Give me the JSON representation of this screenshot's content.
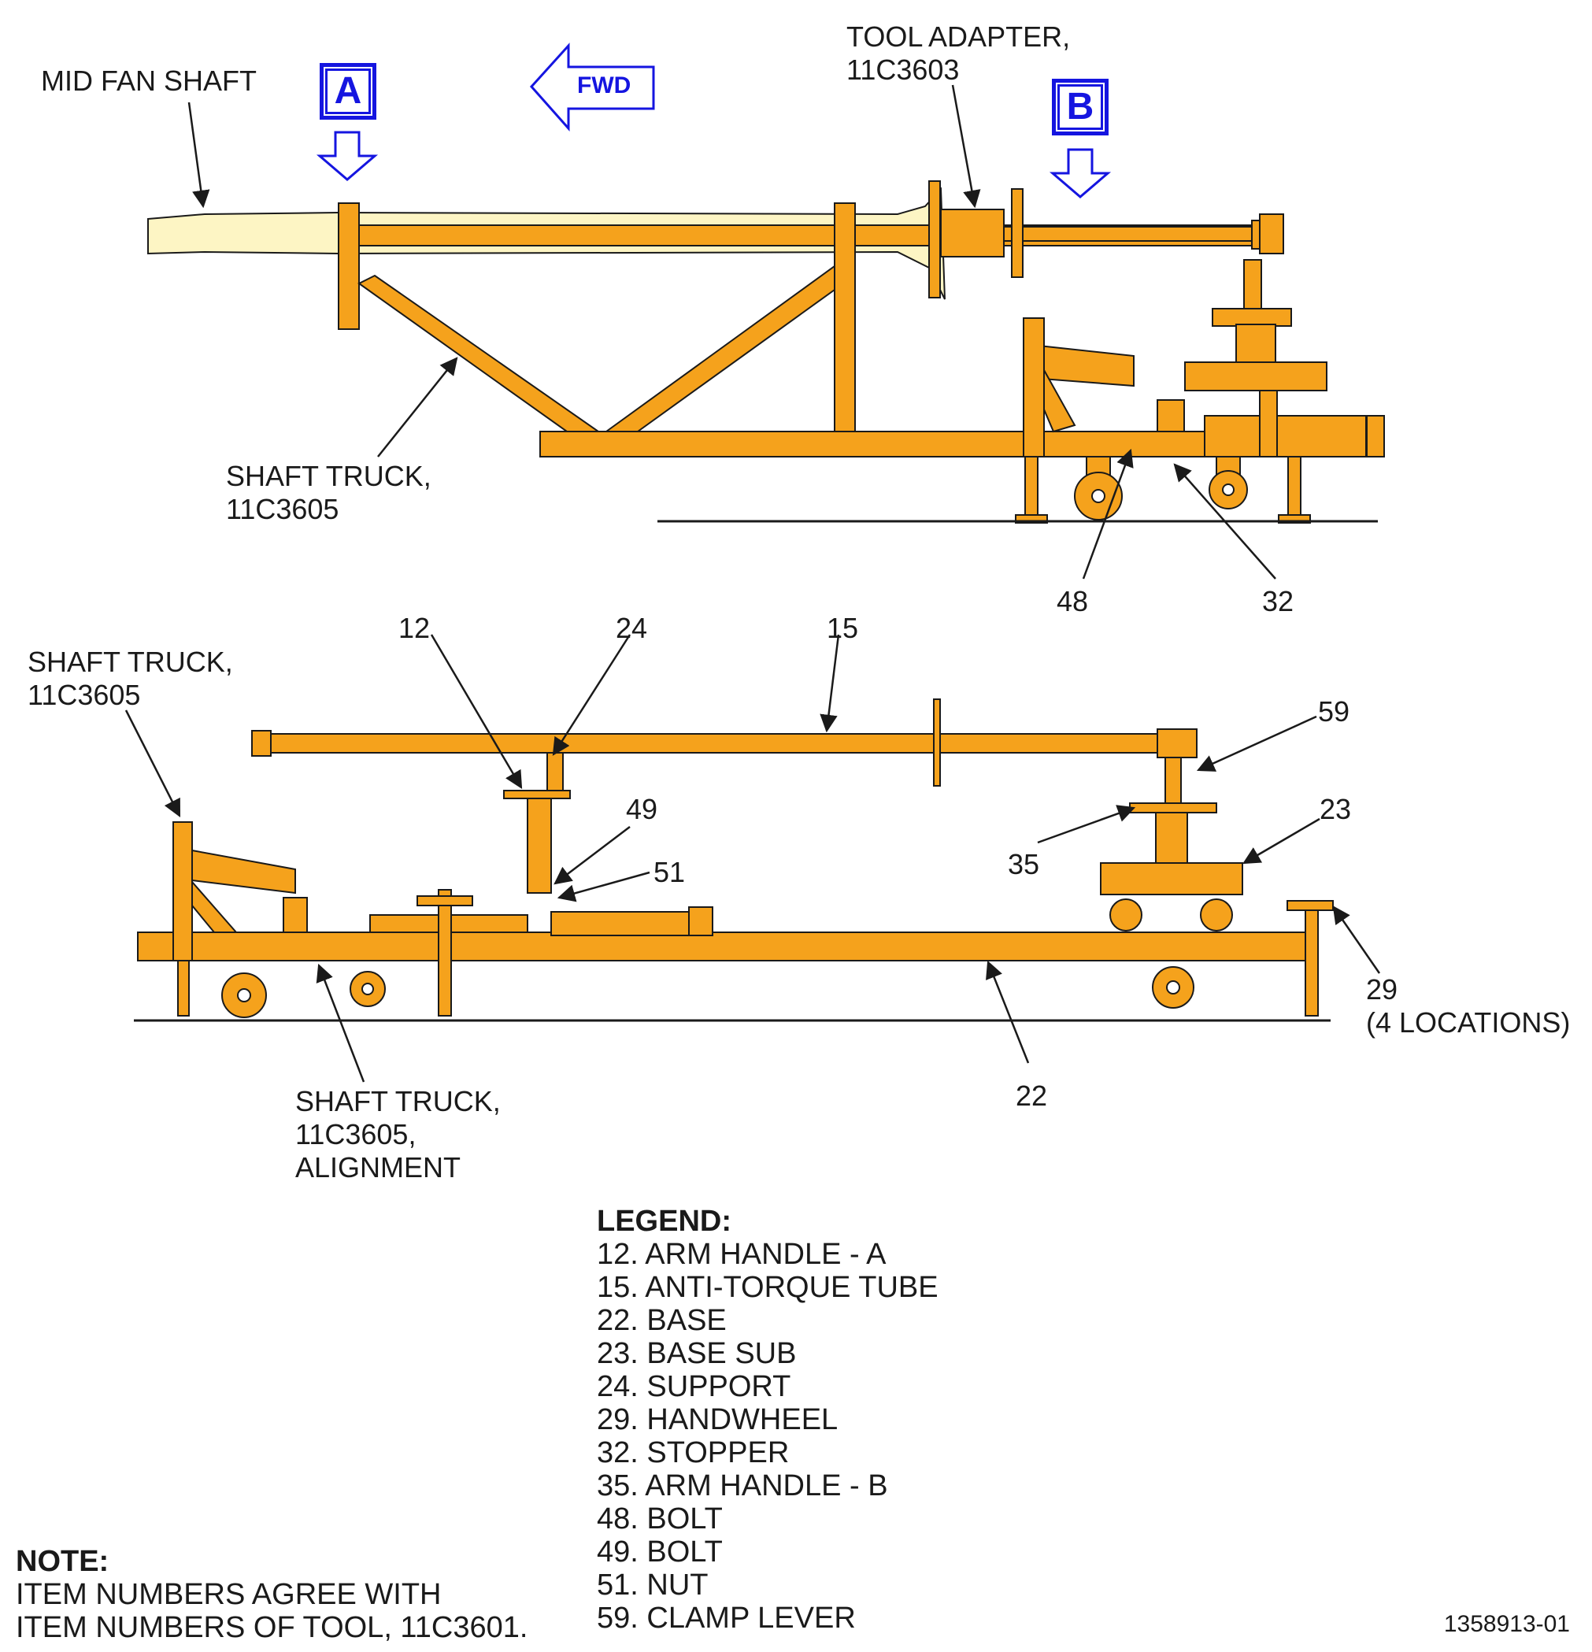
{
  "callouts": {
    "mid_fan_shaft": "MID FAN SHAFT",
    "view_a": "A",
    "view_b": "B",
    "fwd": "FWD",
    "tool_adapter": [
      "TOOL ADAPTER,",
      "11C3603"
    ],
    "shaft_truck_top": [
      "SHAFT TRUCK,",
      "11C3605"
    ],
    "shaft_truck_left": [
      "SHAFT TRUCK,",
      "11C3605"
    ],
    "shaft_truck_alignment": [
      "SHAFT TRUCK,",
      "11C3605,",
      "ALIGNMENT"
    ],
    "item_48": "48",
    "item_32": "32",
    "item_12": "12",
    "item_24": "24",
    "item_15": "15",
    "item_59": "59",
    "item_49": "49",
    "item_51": "51",
    "item_35": "35",
    "item_23": "23",
    "item_29": [
      "29",
      "(4 LOCATIONS)"
    ],
    "item_22": "22"
  },
  "legend": {
    "heading": "LEGEND:",
    "items": [
      "12. ARM HANDLE - A",
      "15. ANTI-TORQUE TUBE",
      "22. BASE",
      "23. BASE SUB",
      "24. SUPPORT",
      "29. HANDWHEEL",
      "32. STOPPER",
      "35. ARM HANDLE - B",
      "48. BOLT",
      "49. BOLT",
      "51. NUT",
      "59. CLAMP LEVER"
    ]
  },
  "note": {
    "heading": "NOTE:",
    "lines": [
      "ITEM NUMBERS AGREE WITH",
      "ITEM NUMBERS OF TOOL, 11C3601."
    ]
  },
  "figure_id": "1358913-01",
  "colors": {
    "tool": "#f5a21c",
    "shaft": "#fdf5c4",
    "callout_blue": "#1515e0",
    "outline": "#1a1a1a"
  }
}
